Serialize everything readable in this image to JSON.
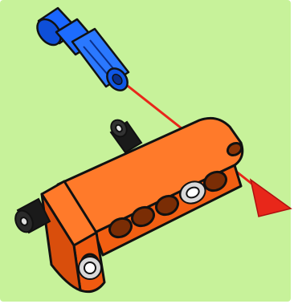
{
  "scene": {
    "background_color": "#c7f29a",
    "frame_color": "#ffffff",
    "arrow_color": "#e8271a",
    "pin_color": "#1566ff",
    "beam_color": "#f06a1c",
    "axle_color": "#111111",
    "objects": [
      "blue-connector-pin",
      "red-insertion-arrow",
      "orange-l-beam",
      "black-axles",
      "red-pointer-arrowhead"
    ]
  }
}
